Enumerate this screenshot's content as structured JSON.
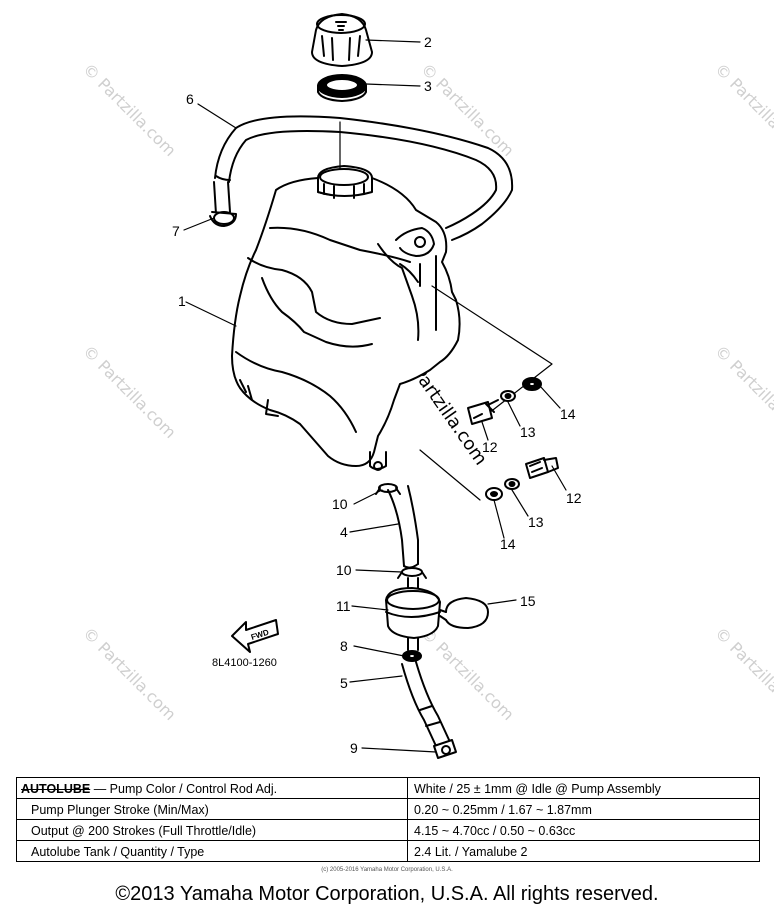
{
  "callouts": {
    "c1": "1",
    "c2": "2",
    "c3": "3",
    "c4": "4",
    "c5": "5",
    "c6": "6",
    "c7": "7",
    "c8": "8",
    "c9": "9",
    "c10a": "10",
    "c10b": "10",
    "c11": "11",
    "c12a": "12",
    "c12b": "12",
    "c13a": "13",
    "c13b": "13",
    "c14a": "14",
    "c14b": "14",
    "c15": "15"
  },
  "diagram_labels": {
    "part_code": "8L4100-1260",
    "fwd_arrow": "FWD"
  },
  "watermarks": {
    "text": "© Partzilla.com",
    "center_symbol": "©",
    "center_text": "Partzilla.com"
  },
  "spec_table": {
    "rows": [
      {
        "lead": "AUTOLUBE",
        "label_rest": " — Pump Color / Control Rod Adj.",
        "value": "White / 25 ± 1mm @ Idle @ Pump Assembly"
      },
      {
        "label": "Pump Plunger Stroke (Min/Max)",
        "value": "0.20 ~ 0.25mm / 1.67 ~ 1.87mm"
      },
      {
        "label": "Output @ 200 Strokes (Full Throttle/Idle)",
        "value": "4.15 ~ 4.70cc / 0.50 ~ 0.63cc"
      },
      {
        "label": "Autolube Tank / Quantity / Type",
        "value": "2.4 Lit. / Yamalube 2"
      }
    ]
  },
  "footer": {
    "small_copyright": "(c) 2005-2016 Yamaha Motor Corporation, U.S.A.",
    "main_copyright": "©2013 Yamaha Motor Corporation, U.S.A. All rights reserved."
  }
}
